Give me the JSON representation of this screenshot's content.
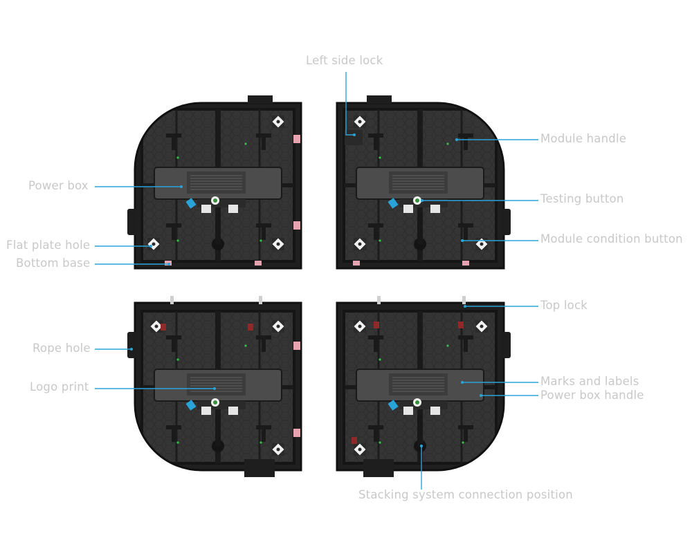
{
  "labels": {
    "left_side_lock": "Left side lock",
    "module_handle": "Module handle",
    "power_box": "Power box",
    "testing_button": "Testing button",
    "module_condition_button": "Module condition button",
    "flat_plate_hole": "Flat plate hole",
    "bottom_base": "Bottom base",
    "top_lock": "Top lock",
    "rope_hole": "Rope hole",
    "logo_print": "Logo print",
    "marks_and_labels": "Marks and labels",
    "power_box_handle": "Power box handle",
    "stacking_system_connection_position": "Stacking system connection position"
  },
  "colors": {
    "leader_line": "#2aa4d8",
    "label_text": "#c8c8c8",
    "panel_frame": "#2b2b2b",
    "panel_surface": "#3a3a3a",
    "power_box": "#555555",
    "accent_blue": "#2aa4d8",
    "accent_pink": "#e8a3b1"
  }
}
